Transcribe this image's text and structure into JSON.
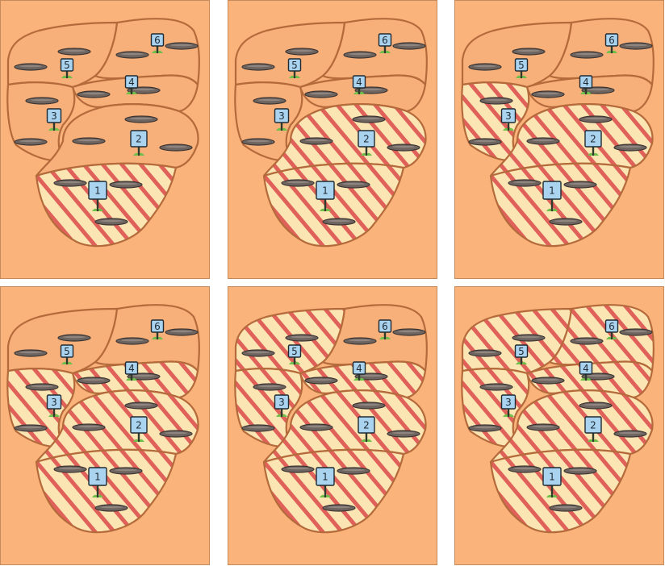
{
  "colors": {
    "background": "#ffffff",
    "panel_fill": "#f9b37b",
    "region_unflooded": "#f7b07a",
    "region_border": "#b46a3a",
    "flood_base": "#fbe6b3",
    "flood_stripe": "#e0605a",
    "sign_fill": "#a9d3ef",
    "hole_fill": "#6e6460",
    "grass": "#6fbf4a"
  },
  "signs": {
    "r1": "1",
    "r2": "2",
    "r3": "3",
    "r4": "4",
    "r5": "5",
    "r6": "6"
  },
  "panels": [
    {
      "id": "step-1",
      "flooded": [
        "r1"
      ]
    },
    {
      "id": "step-2",
      "flooded": [
        "r1",
        "r2"
      ]
    },
    {
      "id": "step-3",
      "flooded": [
        "r1",
        "r2",
        "r3"
      ]
    },
    {
      "id": "step-4",
      "flooded": [
        "r1",
        "r2",
        "r3",
        "r4"
      ]
    },
    {
      "id": "step-5",
      "flooded": [
        "r1",
        "r2",
        "r3",
        "r4",
        "r5"
      ]
    },
    {
      "id": "step-6",
      "flooded": [
        "r1",
        "r2",
        "r3",
        "r4",
        "r5",
        "r6"
      ]
    }
  ]
}
